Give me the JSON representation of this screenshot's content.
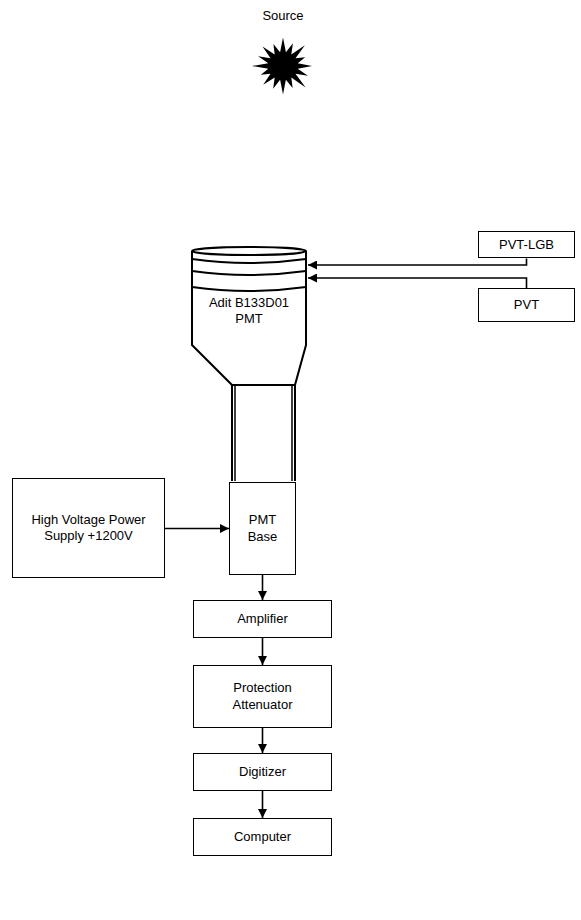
{
  "diagram": {
    "nodes": [
      {
        "text": [
          "Source"
        ]
      },
      {
        "text": [
          "PVT-LGB"
        ]
      },
      {
        "text": [
          "Adit B133D01 PMT"
        ]
      },
      {
        "text": [
          "PVT"
        ]
      },
      {
        "text": [
          "High Voltage Power Supply +1200V"
        ]
      },
      {
        "text": [
          "PMT Base"
        ]
      },
      {
        "text": [
          "Amplifier"
        ]
      },
      {
        "text": [
          "Protection Attenuator"
        ]
      },
      {
        "text": [
          "Digitizer"
        ]
      },
      {
        "text": [
          "Computer"
        ]
      }
    ],
    "edges": [
      {
        "from": 1,
        "to": 2,
        "arrow": "to"
      },
      {
        "from": 3,
        "to": 2,
        "arrow": "to"
      },
      {
        "from": 4,
        "to": 5,
        "arrow": "to"
      },
      {
        "from": 5,
        "to": 6,
        "arrow": "to"
      },
      {
        "from": 6,
        "to": 7,
        "arrow": "to"
      },
      {
        "from": 7,
        "to": 8,
        "arrow": "to"
      },
      {
        "from": 8,
        "to": 9,
        "arrow": "to"
      }
    ]
  }
}
